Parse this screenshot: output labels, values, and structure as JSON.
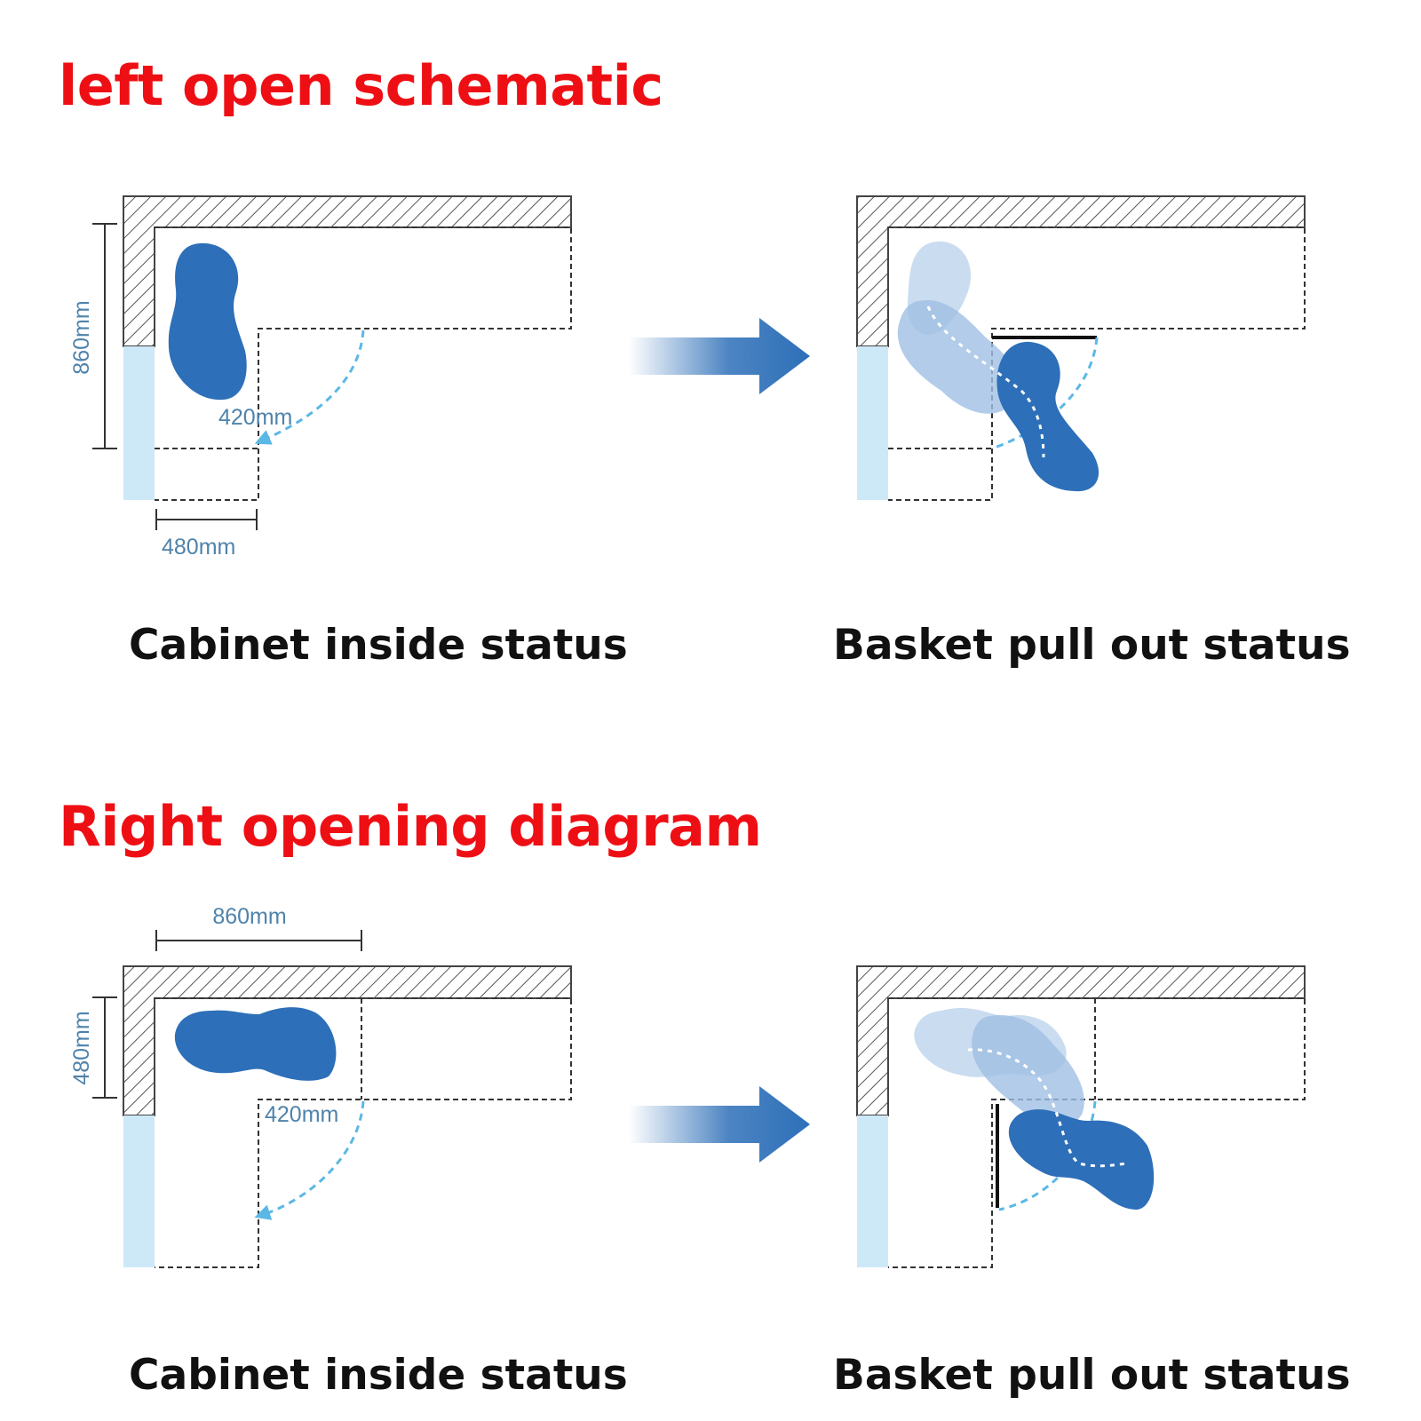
{
  "sections": {
    "left": {
      "title": "left open schematic",
      "dims": {
        "depth": "860mm",
        "swing": "420mm",
        "width": "480mm"
      },
      "captions": {
        "inside": "Cabinet inside status",
        "pull_out": "Basket pull out status"
      }
    },
    "right": {
      "title": "Right opening diagram",
      "dims": {
        "width": "860mm",
        "depth": "480mm",
        "swing": "420mm"
      },
      "captions": {
        "inside": "Cabinet inside status",
        "pull_out": "Basket pull out status"
      }
    }
  },
  "colors": {
    "title": "#ee0f14",
    "dimension_text": "#4f83ab",
    "basket": "#2d6fb8",
    "basket_ghost": "#9fbfe3",
    "swing_arc": "#5bb8e6",
    "door_panel": "#cde9f8",
    "arrow": "#2d6fb8"
  }
}
